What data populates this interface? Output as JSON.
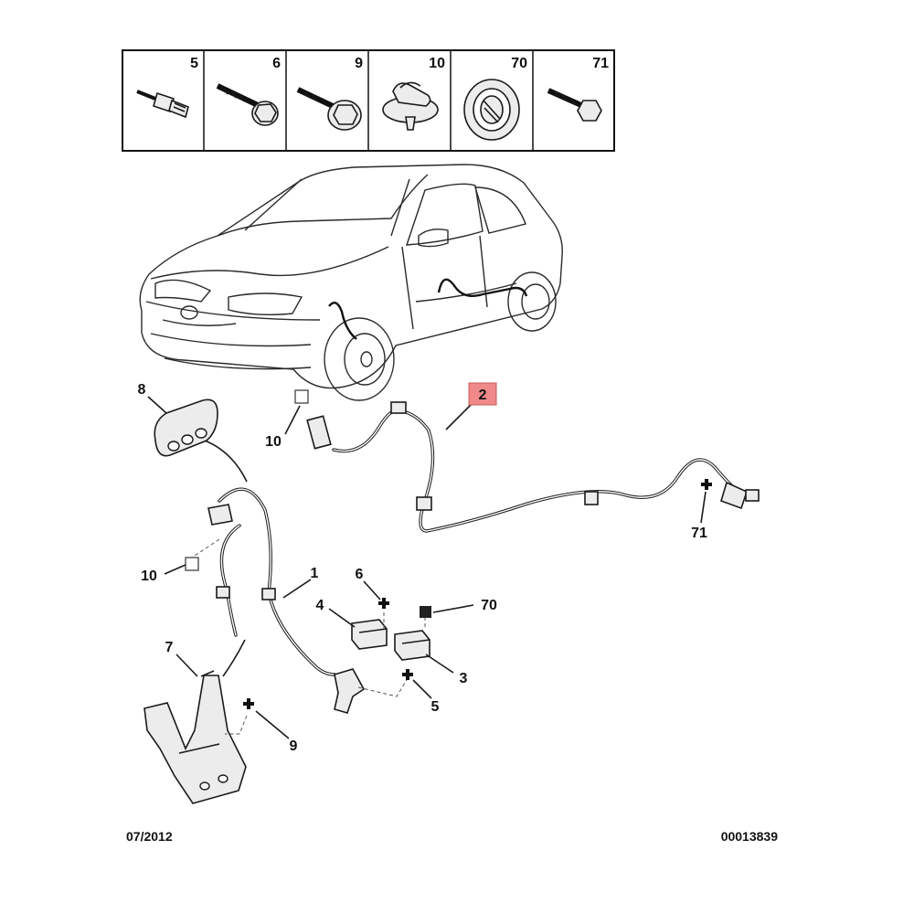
{
  "header_parts": [
    {
      "ref": "5",
      "icon": "stud-bolt-icon"
    },
    {
      "ref": "6",
      "icon": "flange-bolt-icon"
    },
    {
      "ref": "9",
      "icon": "hex-bolt-washer-icon"
    },
    {
      "ref": "10",
      "icon": "cable-clip-icon"
    },
    {
      "ref": "70",
      "icon": "grommet-icon"
    },
    {
      "ref": "71",
      "icon": "flange-screw-icon"
    }
  ],
  "callouts": {
    "c1": "1",
    "c2": "2",
    "c3": "3",
    "c4": "4",
    "c5": "5",
    "c6": "6",
    "c7": "7",
    "c8": "8",
    "c9": "9",
    "c10a": "10",
    "c10b": "10",
    "c70": "70",
    "c71": "71"
  },
  "highlight_color": "#f08a8a",
  "footer": {
    "date": "07/2012",
    "ref_number": "00013839"
  }
}
